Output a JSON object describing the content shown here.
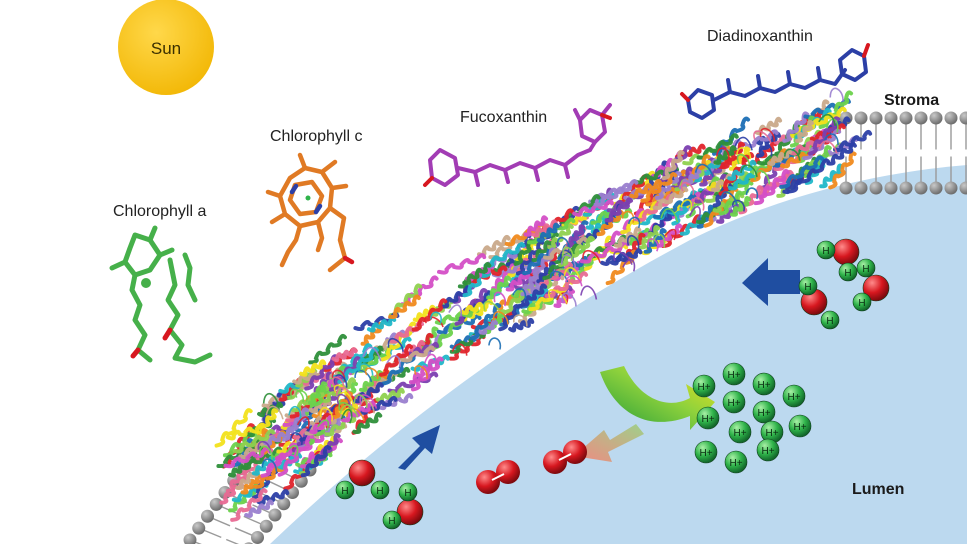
{
  "labels": {
    "sun": "Sun",
    "chlorophyll_a": "Chlorophyll a",
    "chlorophyll_c": "Chlorophyll c",
    "fucoxanthin": "Fucoxanthin",
    "diadinoxanthin": "Diadinoxanthin",
    "stroma": "Stroma",
    "lumen": "Lumen",
    "proton": "H+",
    "hydrogen": "H"
  },
  "colors": {
    "sun": "#f7c10c",
    "lumen": "#bcd9ef",
    "membrane_head": "#8a8a8a",
    "oxygen": "#d7171f",
    "hydrogen": "#2fb34a",
    "arrow_blue": "#1f4ea1",
    "chlorophyll_a": "#46b04a",
    "chlorophyll_c": "#e07a24",
    "fucoxanthin": "#a23cb4",
    "diadinoxanthin": "#2c3fa6",
    "protein_palette": [
      "#e0242b",
      "#2e8f3a",
      "#6bd24c",
      "#f2e21b",
      "#2c3fa6",
      "#20b7c8",
      "#f08a1e",
      "#d44fc6",
      "#9a7fcf",
      "#c9a98a",
      "#1c6fb5",
      "#8fd14f",
      "#7b3fb0",
      "#e86a94"
    ]
  },
  "icons": [
    "sun-icon",
    "chlorophyll-a-molecule",
    "chlorophyll-c-molecule",
    "fucoxanthin-molecule",
    "diadinoxanthin-molecule",
    "psii-protein-complex",
    "proton-gradient-arrow",
    "oxygen-release-arrow"
  ]
}
